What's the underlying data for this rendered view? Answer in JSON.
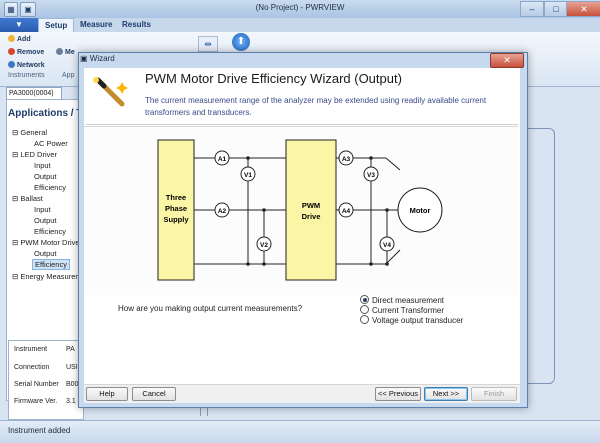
{
  "app": {
    "title": "(No Project) - PWRVIEW",
    "file_tab": "▼",
    "tabs": [
      "Setup",
      "Measure",
      "Results"
    ],
    "window_controls": [
      "–",
      "□",
      "✕"
    ]
  },
  "ribbon": {
    "add": "Add",
    "remove": "Remove",
    "network": "Network",
    "group_instruments": "Instruments",
    "group_apps": "App",
    "button_partial": "Me"
  },
  "doc_tab": "PA3000(0004)",
  "left_panel": {
    "title": "Applications / T",
    "tree": [
      {
        "label": "General",
        "level": 0
      },
      {
        "label": "AC Power",
        "level": 1
      },
      {
        "label": "LED Driver",
        "level": 0
      },
      {
        "label": "Input",
        "level": 1
      },
      {
        "label": "Output",
        "level": 1
      },
      {
        "label": "Efficiency",
        "level": 1
      },
      {
        "label": "Ballast",
        "level": 0
      },
      {
        "label": "Input",
        "level": 1
      },
      {
        "label": "Output",
        "level": 1
      },
      {
        "label": "Efficiency",
        "level": 1
      },
      {
        "label": "PWM Motor Drive",
        "level": 0
      },
      {
        "label": "Output",
        "level": 1
      },
      {
        "label": "Efficiency",
        "level": 1,
        "selected": true
      },
      {
        "label": "Energy Measureme",
        "level": 0
      }
    ],
    "info": [
      {
        "label": "Instrument",
        "value": "PA"
      },
      {
        "label": "Connection",
        "value": "USI"
      },
      {
        "label": "Serial Number",
        "value": "B00"
      },
      {
        "label": "Firmware Ver.",
        "value": "3.1"
      }
    ]
  },
  "status_bar": "Instrument added",
  "wizard": {
    "window_title": "Wizard",
    "heading": "PWM Motor Drive Efficiency Wizard (Output)",
    "description": "The current measurement range of the analyzer may be extended using readily available current transformers and transducers.",
    "diagram": {
      "source": "Three Phase Supply",
      "drive": "PWM Drive",
      "load": "Motor",
      "meters": [
        "A1",
        "V1",
        "A2",
        "V2",
        "A3",
        "V3",
        "A4",
        "V4"
      ]
    },
    "question": "How are you making output current measurements?",
    "options": [
      {
        "label": "Direct measurement",
        "selected": true
      },
      {
        "label": "Current Transformer",
        "selected": false
      },
      {
        "label": "Voltage output transducer",
        "selected": false
      }
    ],
    "buttons": {
      "help": "Help",
      "cancel": "Cancel",
      "previous": "<< Previous",
      "next": "Next >>",
      "finish": "Finish"
    },
    "colors": {
      "block_fill": "#fbf6a6",
      "heading_text": "#3b4a88"
    }
  }
}
